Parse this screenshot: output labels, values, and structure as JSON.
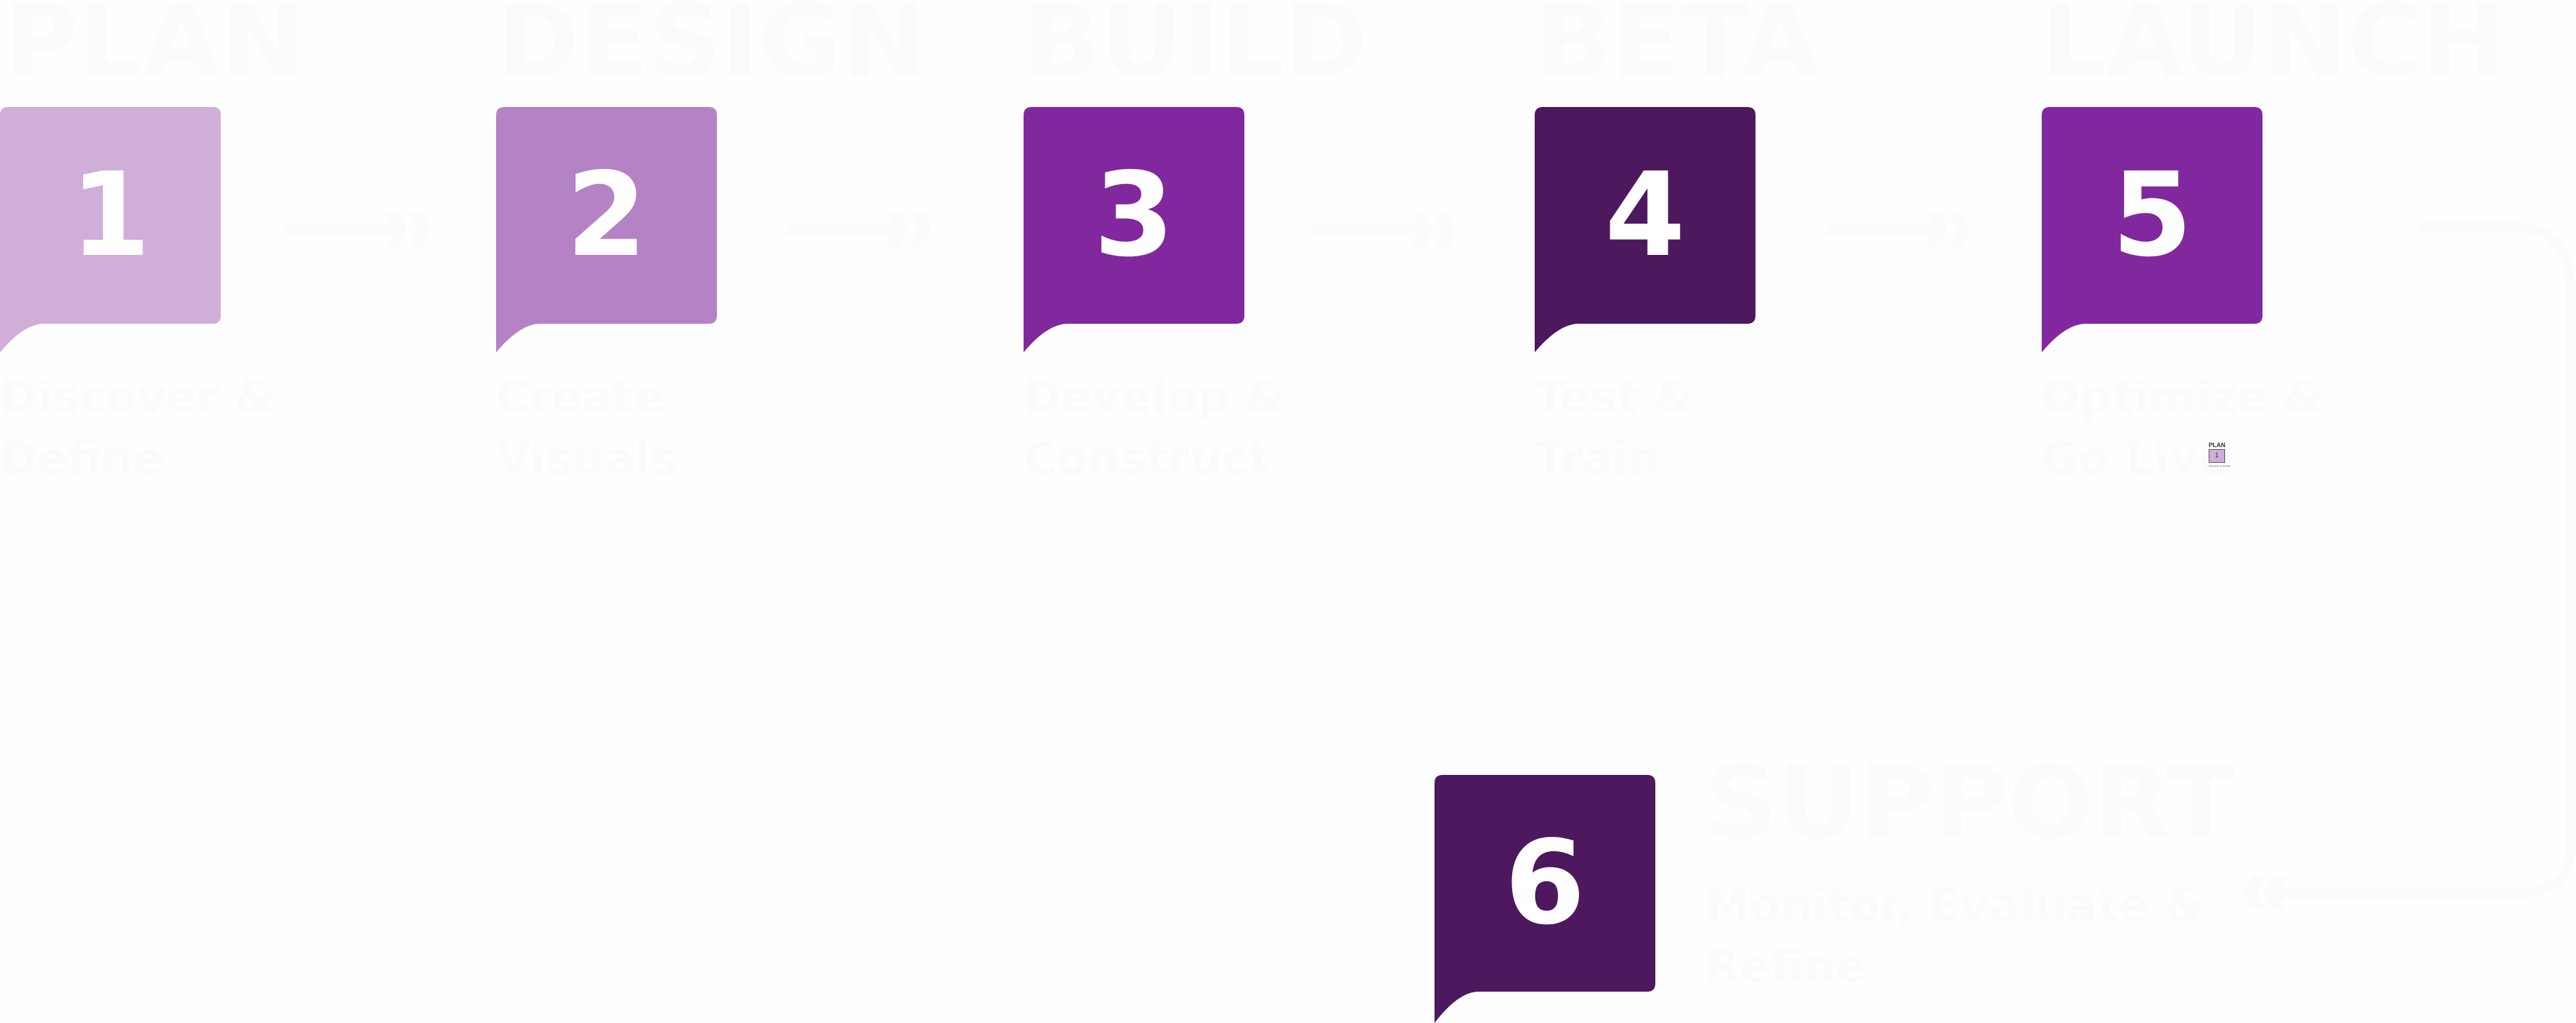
{
  "diagram": {
    "type": "process-flow",
    "steps": [
      {
        "number": "1",
        "title": "PLAN",
        "description": "Discover & Define",
        "color": "#cfaed8"
      },
      {
        "number": "2",
        "title": "DESIGN",
        "description": "Create Visuals",
        "color": "#b482c5"
      },
      {
        "number": "3",
        "title": "BUILD",
        "description": "Develop & Construct",
        "color": "#82289e"
      },
      {
        "number": "4",
        "title": "BETA",
        "description": "Test & Train",
        "color": "#4d185e"
      },
      {
        "number": "5",
        "title": "LAUNCH",
        "description": "Optimize & Go Live",
        "color": "#82289e"
      },
      {
        "number": "6",
        "title": "SUPPORT",
        "description": "Monitor, Evaluate & Refine",
        "color": "#4d185e"
      }
    ],
    "connectors": [
      {
        "from": "1",
        "to": "2",
        "icon": "double-chevron-right-arrow"
      },
      {
        "from": "2",
        "to": "3",
        "icon": "double-chevron-right-arrow"
      },
      {
        "from": "3",
        "to": "4",
        "icon": "double-chevron-right-arrow"
      },
      {
        "from": "4",
        "to": "5",
        "icon": "double-chevron-right-arrow"
      },
      {
        "from": "5",
        "to": "6",
        "icon": "curved-return-arrow-double-chevron-left"
      }
    ],
    "thumbnail": {
      "title": "PLAN",
      "number": "1",
      "description": "Discover & Define"
    },
    "text_color": "#fbfbfb",
    "background": "#fefefe"
  }
}
